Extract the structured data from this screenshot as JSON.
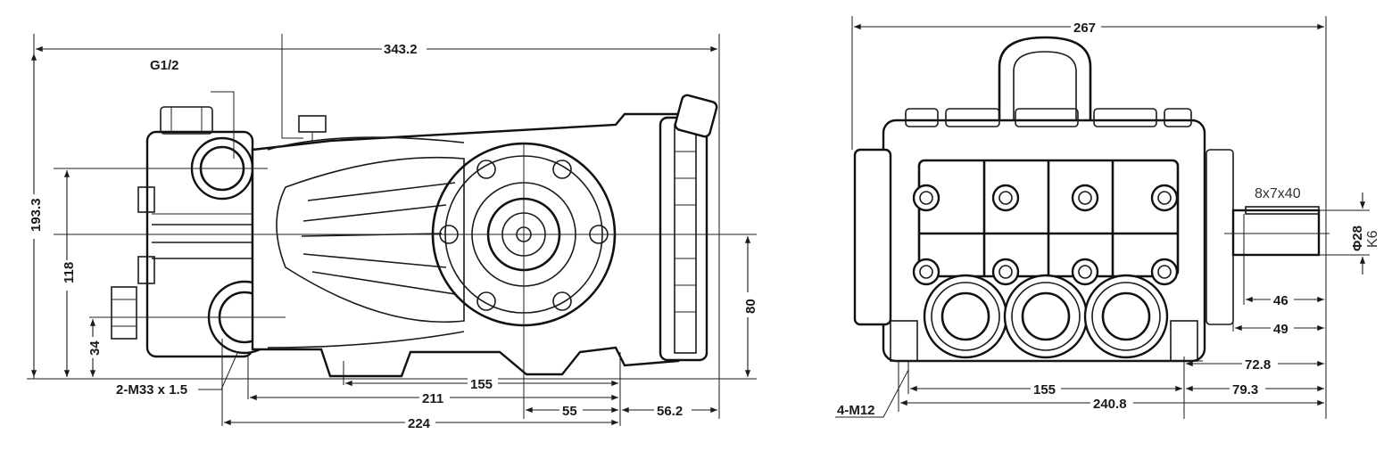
{
  "side_view": {
    "overall_length": "343.2",
    "inlet_thread": "G1/2",
    "overall_height": "193.3",
    "shaft_height": "118",
    "outlet_height": "34",
    "outlet_thread": "2-M33 x 1.5",
    "foot_spacing": "155",
    "dim_211": "211",
    "dim_224": "224",
    "dim_55": "55",
    "dim_56_2": "56.2",
    "shaft_center_height": "80"
  },
  "front_view": {
    "overall_width": "267",
    "key_size": "8x7x40",
    "shaft_diameter": "Φ28",
    "shaft_tolerance": "K6",
    "dim_46": "46",
    "dim_49": "49",
    "dim_72_8": "72.8",
    "mount_holes": "4-M12",
    "hole_spacing": "155",
    "dim_79_3": "79.3",
    "base_width": "240.8"
  }
}
